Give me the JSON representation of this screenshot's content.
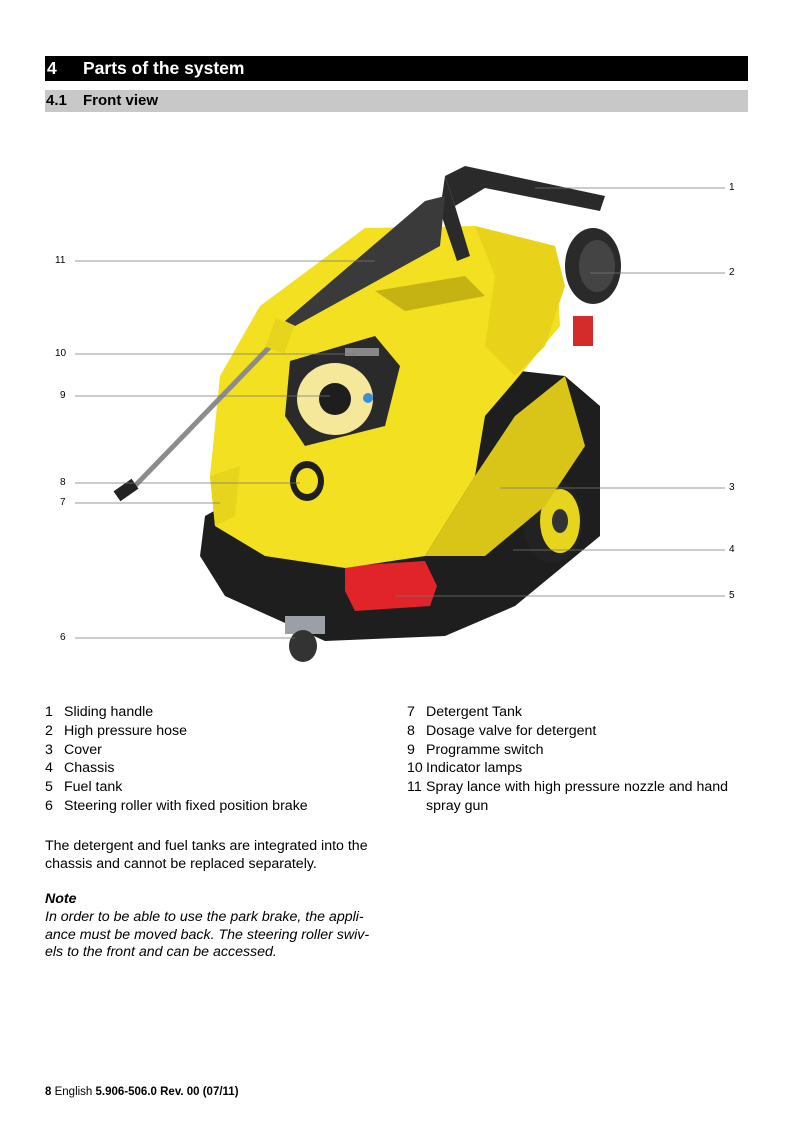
{
  "section": {
    "number": "4",
    "title": "Parts of the system"
  },
  "subsection": {
    "number": "4.1",
    "title": "Front view"
  },
  "figure": {
    "callouts": [
      "1",
      "2",
      "3",
      "4",
      "5",
      "6",
      "7",
      "8",
      "9",
      "10",
      "11"
    ]
  },
  "legend_left": [
    {
      "num": "1",
      "text": "Sliding handle"
    },
    {
      "num": "2",
      "text": "High pressure hose"
    },
    {
      "num": "3",
      "text": "Cover"
    },
    {
      "num": "4",
      "text": "Chassis"
    },
    {
      "num": "5",
      "text": "Fuel tank"
    },
    {
      "num": "6",
      "text": "Steering roller with fixed position brake"
    }
  ],
  "legend_right": [
    {
      "num": "7",
      "text": "Detergent Tank"
    },
    {
      "num": "8",
      "text": "Dosage valve for detergent"
    },
    {
      "num": "9",
      "text": "Programme switch"
    },
    {
      "num": "10",
      "text": "Indicator lamps"
    },
    {
      "num": "11",
      "text": "Spray lance with high pressure nozzle and hand spray gun"
    }
  ],
  "paragraph": "The detergent and fuel tanks are integrated into the chassis and cannot be replaced separately.",
  "note": {
    "title": "Note",
    "body": "In order to be able to use the park brake, the appli-ance must be moved back. The steering roller swiv-els to the front and can be accessed."
  },
  "footer": {
    "page": "8",
    "language": "English",
    "doc_ref": "5.906-506.0 Rev. 00 (07/11)"
  },
  "colors": {
    "machine_yellow": "#f2e021",
    "chassis_black": "#1e1e1e",
    "fuel_tank_red": "#e0242a",
    "subheader_gray": "#c8c8c8"
  }
}
